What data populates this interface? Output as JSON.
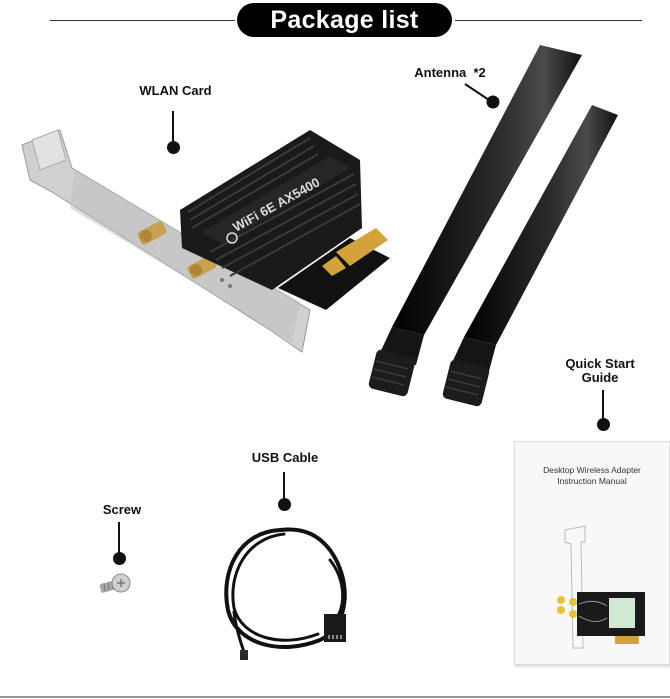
{
  "header": {
    "title": "Package list"
  },
  "items": [
    {
      "id": "wlan-card",
      "label": "WLAN Card"
    },
    {
      "id": "antenna",
      "label": "Antenna  *2"
    },
    {
      "id": "quick-start-guide",
      "label_line1": "Quick Start",
      "label_line2": "Guide"
    },
    {
      "id": "usb-cable",
      "label": "USB Cable"
    },
    {
      "id": "screw",
      "label": "Screw"
    }
  ],
  "wlan_card": {
    "heatsink_text": "WiFi 6E AX5400"
  },
  "manual": {
    "title_line1": "Desktop Wireless Adapter",
    "title_line2": "Instruction Manual"
  },
  "colors": {
    "pill_bg": "#000000",
    "pill_text": "#ffffff",
    "label_text": "#111111",
    "bracket": "#c8c8c8",
    "heatsink": "#1a1a1a",
    "gold": "#d4a23a"
  }
}
